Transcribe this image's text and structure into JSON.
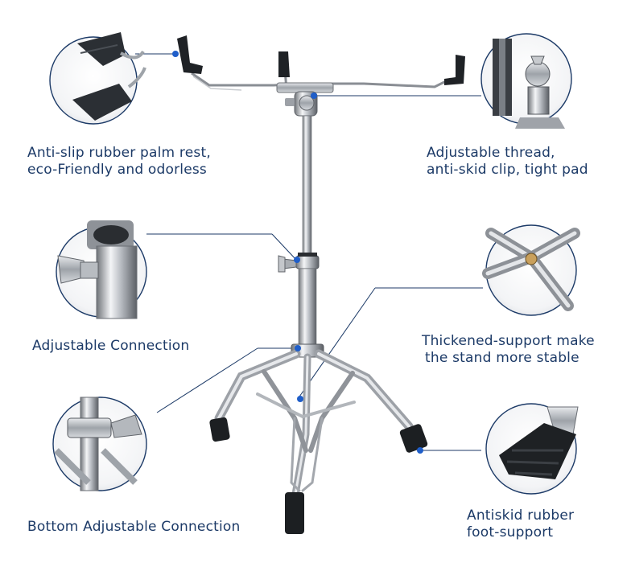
{
  "accent_color": "#1c3a67",
  "marker_color": "#1f5ec9",
  "callouts": [
    {
      "id": "palm-rest",
      "lines": [
        "Anti-slip rubber palm rest,",
        "eco-Friendly and odorless"
      ]
    },
    {
      "id": "thread-clip",
      "lines": [
        "Adjustable thread,",
        "anti-skid clip, tight pad"
      ]
    },
    {
      "id": "adjustable-connection",
      "lines": [
        "Adjustable Connection"
      ]
    },
    {
      "id": "thickened-support",
      "lines": [
        "Thickened-support make",
        "the stand more stable"
      ]
    },
    {
      "id": "bottom-connection",
      "lines": [
        "Bottom Adjustable Connection"
      ]
    },
    {
      "id": "foot-support",
      "lines": [
        "Antiskid rubber",
        "foot-support"
      ]
    }
  ],
  "icons": [
    "rubber-palm-rest-icon",
    "thread-clip-icon",
    "connection-clamp-icon",
    "tripod-brace-icon",
    "bottom-clamp-icon",
    "rubber-foot-icon"
  ]
}
